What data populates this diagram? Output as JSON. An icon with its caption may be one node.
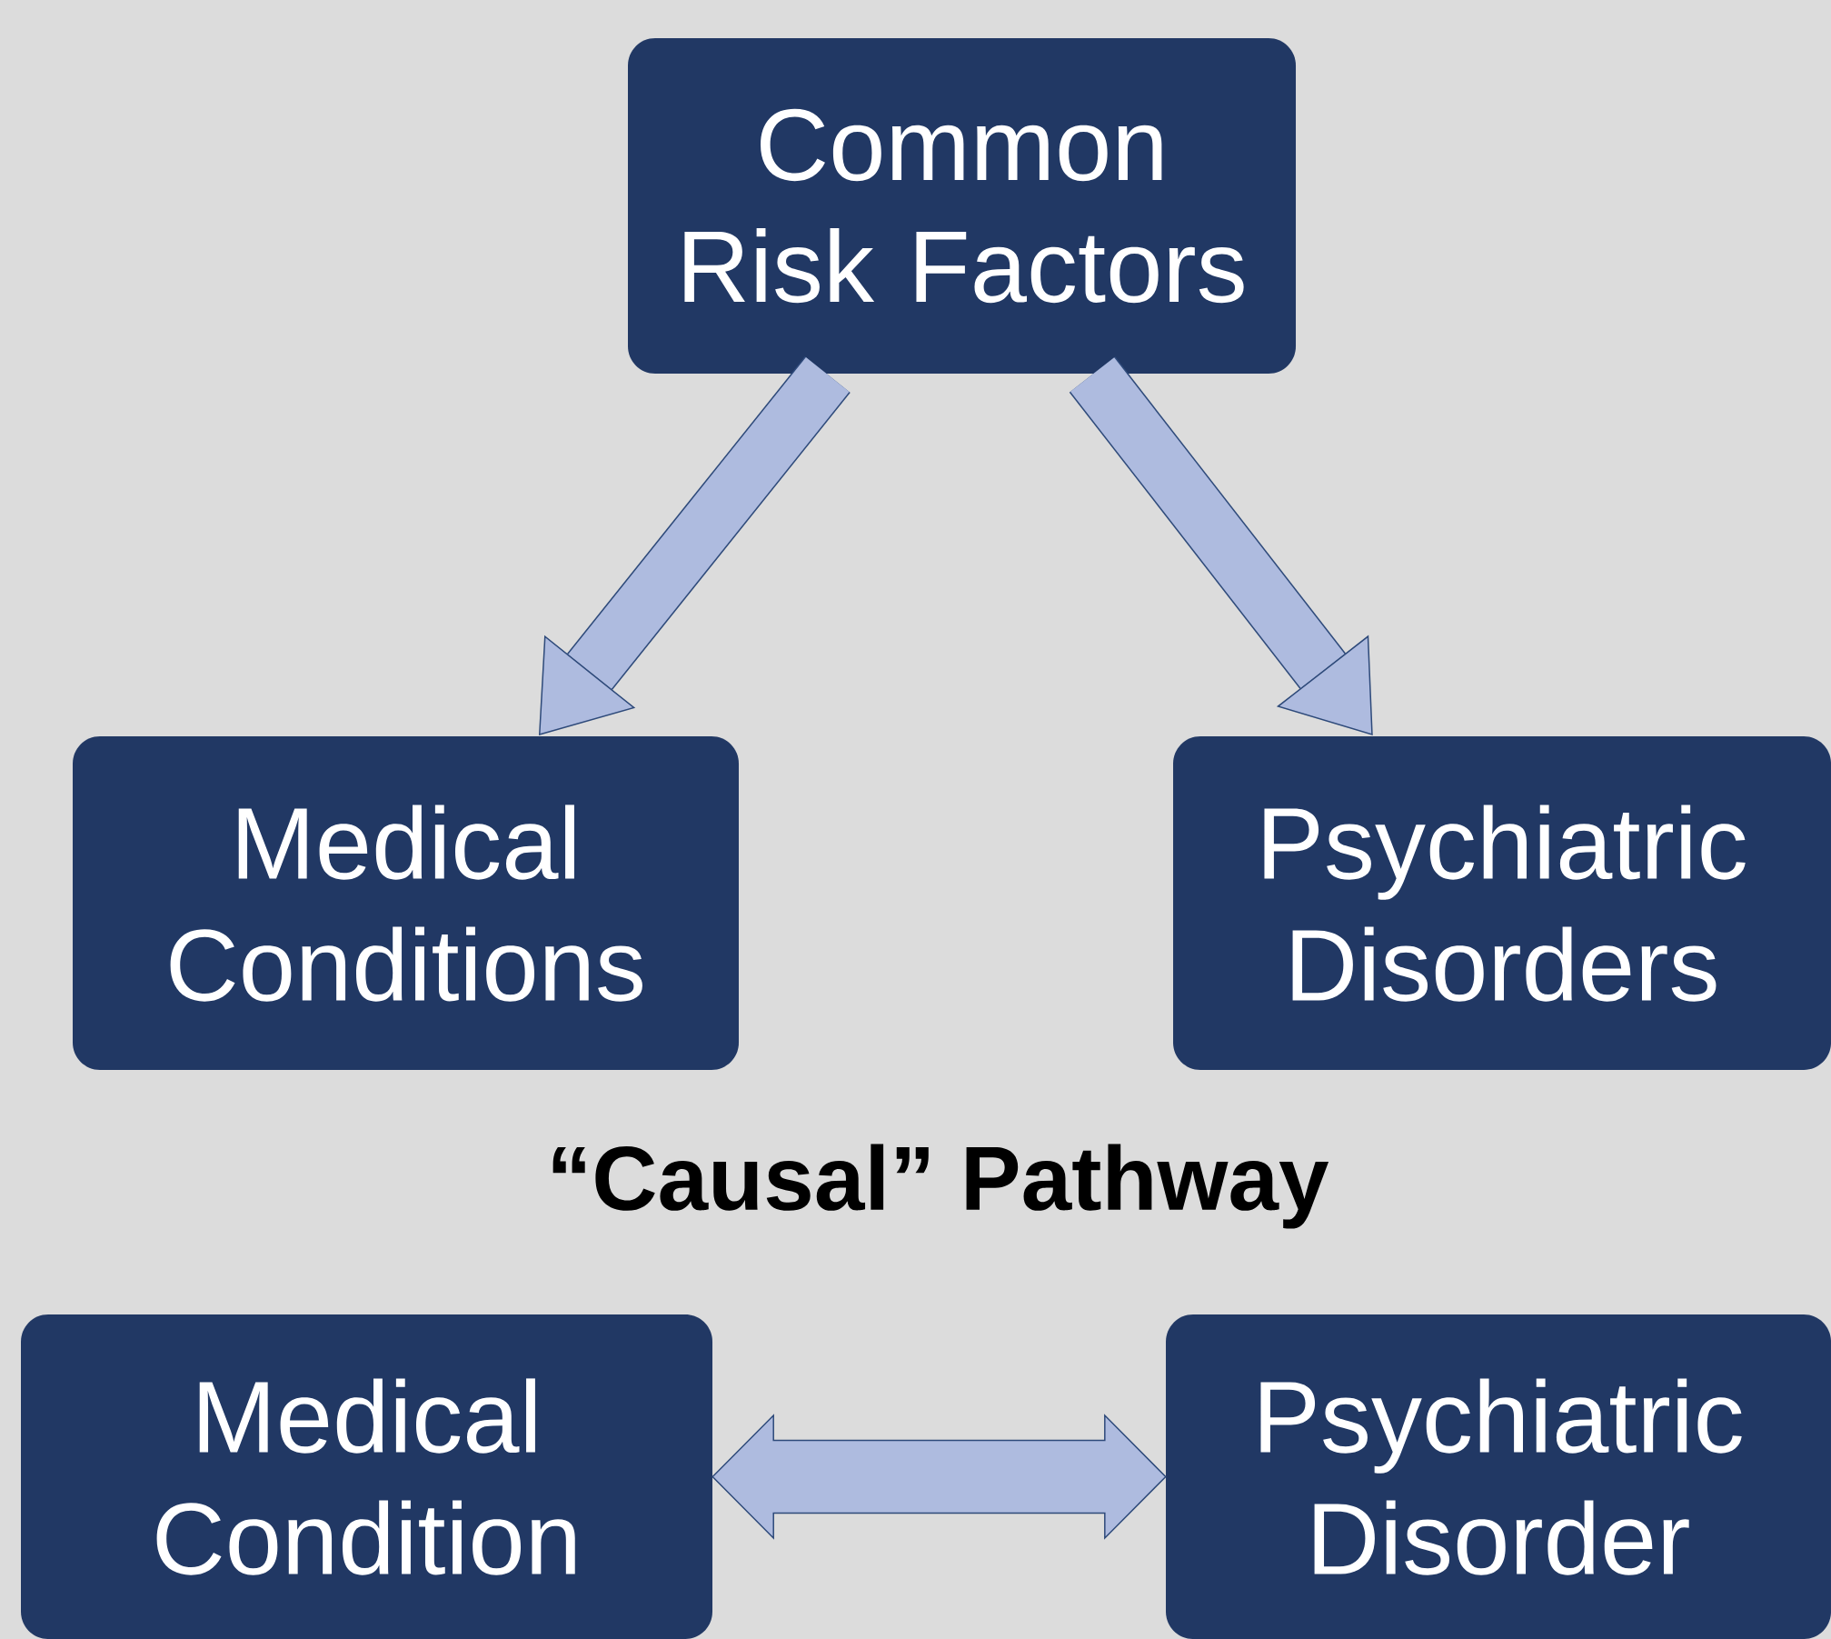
{
  "diagram": {
    "nodes": [
      {
        "text": [
          "Common Risk Factors"
        ]
      },
      {
        "text": [
          "Medical Conditions"
        ]
      },
      {
        "text": [
          "Psychiatric Disorders"
        ]
      },
      {
        "text": [
          "Medical Condition"
        ]
      },
      {
        "text": [
          "Psychiatric Disorder"
        ]
      }
    ],
    "edges": [
      {
        "from": 0,
        "to": 1,
        "arrow": "to"
      },
      {
        "from": 0,
        "to": 2,
        "arrow": "to"
      },
      {
        "from": 3,
        "to": 4,
        "arrow": "both"
      }
    ],
    "labels": [
      "“Causal” Pathway"
    ]
  }
}
